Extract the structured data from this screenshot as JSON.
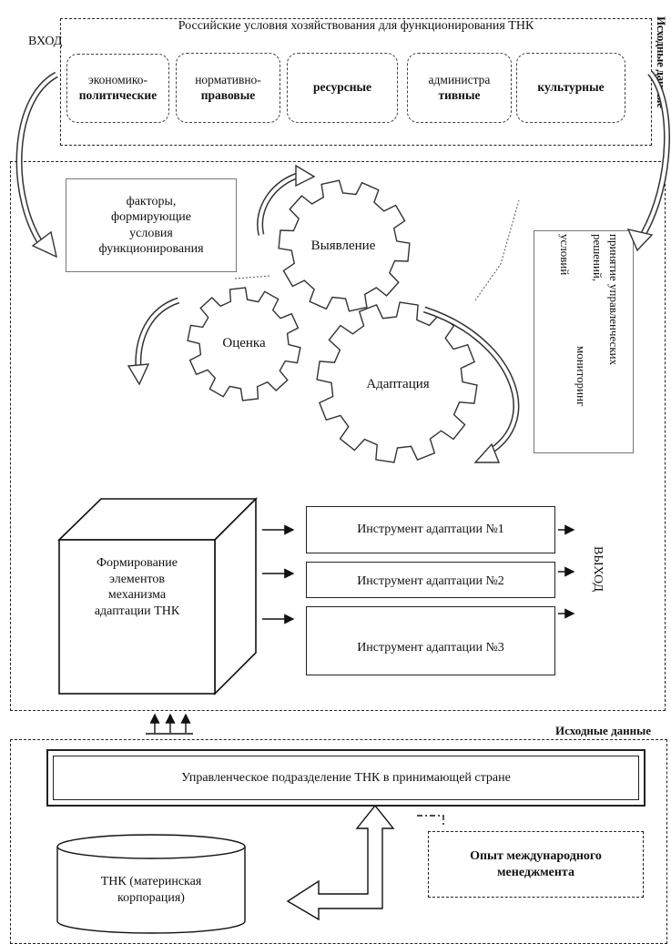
{
  "top": {
    "input_label": "ВХОД",
    "title": "Российские условия хозяйствования для функционирования ТНК",
    "side_label": "Исходные данные",
    "categories": [
      {
        "line1": "экономико-",
        "line2": "политические"
      },
      {
        "line1": "нормативно-",
        "line2": "правовые"
      },
      {
        "line1": "ресурсные",
        "line2": ""
      },
      {
        "line1": "администра",
        "line2": "тивные"
      },
      {
        "line1": "культурные",
        "line2": ""
      }
    ]
  },
  "middle": {
    "factors_text": [
      "факторы,",
      "формирующие",
      "условия",
      "функционирования"
    ],
    "gears": {
      "detect": "Выявление",
      "assess": "Оценка",
      "adapt": "Адаптация"
    },
    "right_note": [
      "принятие управленческих",
      "решений,",
      "мониторинг",
      "условий"
    ],
    "cube_text": [
      "Формирование",
      "элементов",
      "механизма",
      "адаптации ТНК"
    ],
    "tools": [
      "Инструмент адаптации №1",
      "Инструмент адаптации №2",
      "Инструмент адаптации №3"
    ],
    "output_label": "ВЫХОД"
  },
  "bottom": {
    "side_label": "Исходные данные",
    "management_unit": "Управленческое подразделение ТНК в принимающей стране",
    "parent": [
      "ТНК (материнская",
      "корпорация)"
    ],
    "experience": [
      "Опыт международного",
      "менеджмента"
    ]
  }
}
